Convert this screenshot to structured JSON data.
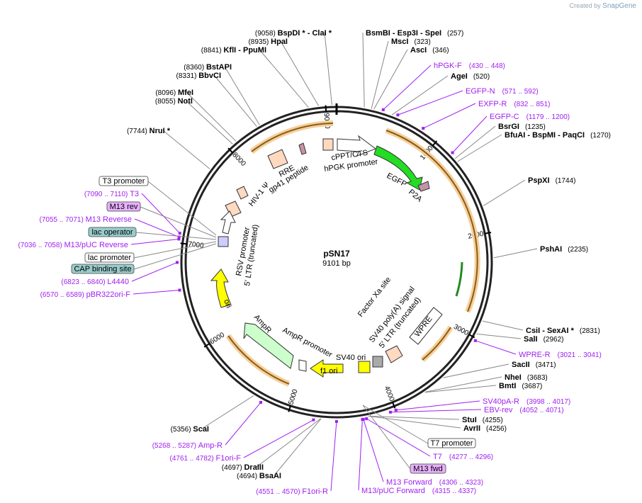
{
  "watermark": {
    "prefix": "Created by",
    "brand": "SnapGene"
  },
  "plasmid": {
    "name": "pSN17",
    "size_label": "9101 bp",
    "length": 9101
  },
  "ticks": [
    "1000",
    "2000",
    "3000",
    "4000",
    "5000",
    "6000",
    "7000",
    "8000",
    "9000"
  ],
  "enzymes_right": [
    {
      "pos": "(257)",
      "names": [
        "BsmBI",
        "Esp3I",
        "SpeI"
      ]
    },
    {
      "pos": "(323)",
      "names": [
        "MscI"
      ]
    },
    {
      "pos": "(346)",
      "names": [
        "AscI"
      ]
    },
    {
      "pos": "(520)",
      "names": [
        "AgeI"
      ]
    },
    {
      "pos": "(1235)",
      "names": [
        "BsrGI"
      ]
    },
    {
      "pos": "(1270)",
      "names": [
        "BfuAI",
        "BspMI",
        "PaqCI"
      ]
    },
    {
      "pos": "(1744)",
      "names": [
        "PspXI"
      ]
    },
    {
      "pos": "(2235)",
      "names": [
        "PshAI"
      ]
    },
    {
      "pos": "(2831)",
      "names": [
        "CsiI",
        "SexAI *"
      ]
    },
    {
      "pos": "(2962)",
      "names": [
        "SalI"
      ]
    },
    {
      "pos": "(3471)",
      "names": [
        "SacII"
      ]
    },
    {
      "pos": "(3683)",
      "names": [
        "NheI"
      ]
    },
    {
      "pos": "(3687)",
      "names": [
        "BmtI"
      ]
    },
    {
      "pos": "(4255)",
      "names": [
        "StuI"
      ]
    },
    {
      "pos": "(4256)",
      "names": [
        "AvrII"
      ]
    }
  ],
  "enzymes_left": [
    {
      "pos": "(9058)",
      "names": [
        "BspDI *",
        "ClaI *"
      ]
    },
    {
      "pos": "(8935)",
      "names": [
        "HpaI"
      ]
    },
    {
      "pos": "(8841)",
      "names": [
        "KflI",
        "PpuMI"
      ]
    },
    {
      "pos": "(8360)",
      "names": [
        "BstAPI"
      ]
    },
    {
      "pos": "(8331)",
      "names": [
        "BbvCI"
      ]
    },
    {
      "pos": "(8096)",
      "names": [
        "MfeI"
      ]
    },
    {
      "pos": "(8055)",
      "names": [
        "NotI"
      ]
    },
    {
      "pos": "(7744)",
      "names": [
        "NruI *"
      ]
    },
    {
      "pos": "(5356)",
      "names": [
        "ScaI"
      ]
    },
    {
      "pos": "(4697)",
      "names": [
        "DraIII"
      ]
    },
    {
      "pos": "(4694)",
      "names": [
        "BsaAI"
      ]
    }
  ],
  "primers_right": [
    {
      "name": "hPGK-F",
      "range": "(430 .. 448)"
    },
    {
      "name": "EGFP-N",
      "range": "(571 .. 592)"
    },
    {
      "name": "EXFP-R",
      "range": "(832 .. 851)"
    },
    {
      "name": "EGFP-C",
      "range": "(1179 .. 1200)"
    },
    {
      "name": "WPRE-R",
      "range": "(3021 .. 3041)"
    },
    {
      "name": "SV40pA-R",
      "range": "(3998 .. 4017)"
    },
    {
      "name": "EBV-rev",
      "range": "(4052 .. 4071)"
    },
    {
      "name": "T7",
      "range": "(4277 .. 4296)"
    },
    {
      "name": "M13 Forward",
      "range": "(4306 .. 4323)"
    },
    {
      "name": "M13/pUC Forward",
      "range": "(4315 .. 4337)"
    }
  ],
  "primers_left": [
    {
      "name": "T3",
      "range": "(7090 .. 7110)"
    },
    {
      "name": "M13 Reverse",
      "range": "(7055 .. 7071)"
    },
    {
      "name": "M13/pUC Reverse",
      "range": "(7036 .. 7058)"
    },
    {
      "name": "L4440",
      "range": "(6823 .. 6840)"
    },
    {
      "name": "pBR322ori-F",
      "range": "(6570 .. 6589)"
    },
    {
      "name": "Amp-R",
      "range": "(5268 .. 5287)"
    },
    {
      "name": "F1ori-F",
      "range": "(4761 .. 4782)"
    },
    {
      "name": "F1ori-R",
      "range": "(4551 .. 4570)"
    }
  ],
  "boxed_left": [
    "T3 promoter",
    "M13 rev",
    "lac operator",
    "lac promoter",
    "CAP binding site"
  ],
  "boxed_right": [
    "T7 promoter",
    "M13 fwd"
  ],
  "features": {
    "hpgk": "hPGK promoter",
    "cppt": "cPPT/CTS",
    "egfp": "EGFP",
    "p2a": "P2A",
    "gp41": "gp41 peptide",
    "rre": "RRE",
    "hiv": "HIV-1 Ψ",
    "rsv": "RSV promoter",
    "ltr5": "5′ LTR (truncated)",
    "ori": "ori",
    "ampr": "AmpR",
    "amprp": "AmpR promoter",
    "f1": "f1 ori",
    "sv40ori": "SV40 ori",
    "ltr3": "5′ LTR (truncated)",
    "sv40pa": "SV40 poly(A) signal",
    "factorxa": "Factor Xa site",
    "wpre": "WPRE"
  },
  "colors": {
    "egfp": "#22dd22",
    "ori": "#ffff00",
    "ampr": "#ccffcc",
    "misc": "#ffd9c0",
    "primer": "#a020f0",
    "orf": "#f5a623",
    "lac": "#99cccc",
    "m13": "#e8b0ff"
  }
}
